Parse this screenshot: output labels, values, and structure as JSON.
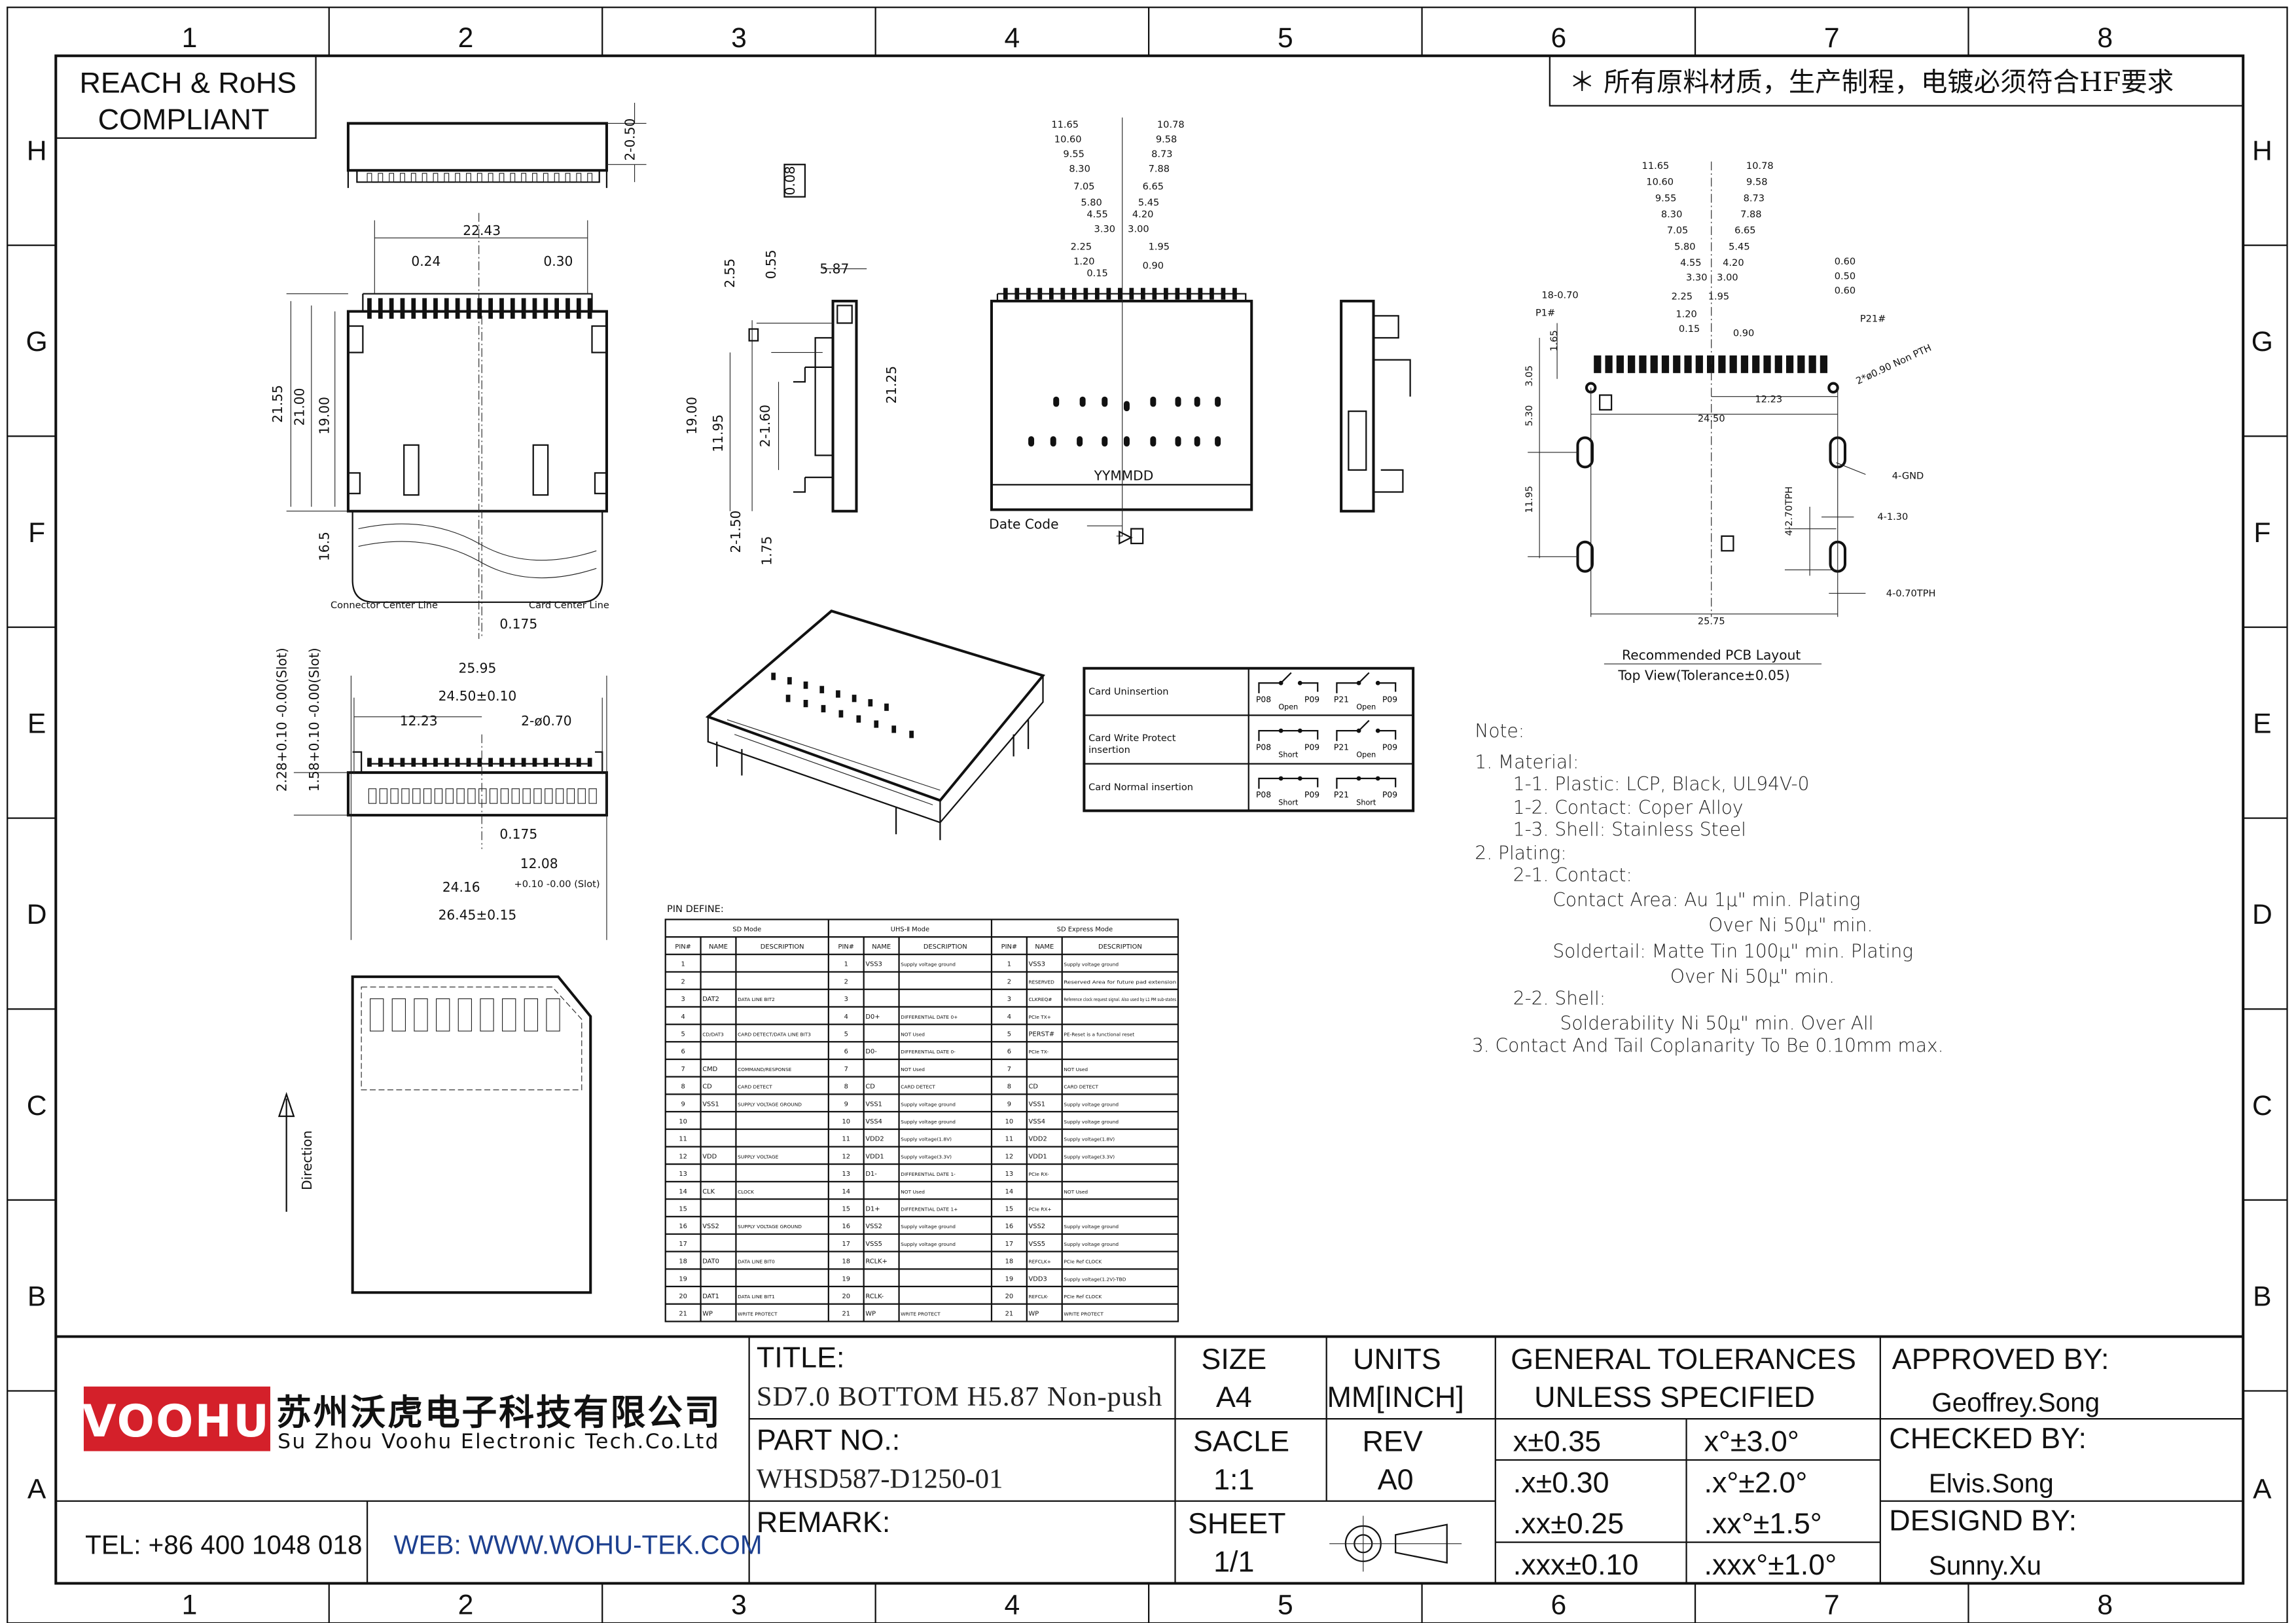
{
  "frame": {
    "columns": [
      "1",
      "2",
      "3",
      "4",
      "5",
      "6",
      "7",
      "8"
    ],
    "rows": [
      "H",
      "G",
      "F",
      "E",
      "D",
      "C",
      "B",
      "A"
    ]
  },
  "header": {
    "compliance_line1": "REACH & RoHS",
    "compliance_line2": "COMPLIANT",
    "hf_note": "＊ 所有原料材质，生产制程，电镀必须符合HF要求"
  },
  "views": {
    "view_h": [
      "2-0.50"
    ],
    "view_top": [
      "22.43",
      "0.24",
      "0.30",
      "21.55",
      "21.00",
      "19.00",
      "16.5",
      "Connector Center Line",
      "Card Center Line",
      "0.175"
    ],
    "view_side": [
      "0.08",
      "0.55",
      "2.55",
      "5.87",
      "19.00",
      "11.95",
      "2-1.60",
      "21.25",
      "2-1.50",
      "1.75"
    ],
    "view_front": [
      "11.65",
      "10.60",
      "9.55",
      "8.30",
      "7.05",
      "5.80",
      "4.55",
      "3.30",
      "2.25",
      "1.20",
      "0.15",
      "10.78",
      "9.58",
      "8.73",
      "7.88",
      "6.65",
      "5.45",
      "4.20",
      "3.00",
      "1.95",
      "0.90",
      "YYMMDD",
      "Date Code"
    ],
    "pcb": [
      "11.65",
      "10.60",
      "9.55",
      "8.30",
      "7.05",
      "5.80",
      "4.55",
      "3.30",
      "2.25",
      "1.20",
      "0.15",
      "10.78",
      "9.58",
      "8.73",
      "7.88",
      "6.65",
      "5.45",
      "4.20",
      "3.00",
      "1.95",
      "0.90",
      "0.60",
      "0.50",
      "0.60",
      "18-0.70",
      "P1#",
      "P21#",
      "1.65",
      "3.05",
      "5.30",
      "11.95",
      "12.23",
      "24.50",
      "2*ø0.90 Non PTH",
      "4-GND",
      "4-2.70TPH",
      "4-1.30",
      "4-0.70TPH",
      "25.75",
      "Recommended PCB Layout",
      "Top View(Tolerance±0.05)"
    ],
    "view_bottom": [
      "25.95",
      "24.50±0.10",
      "12.23",
      "2-ø0.70",
      "0.175",
      "12.08",
      "24.16",
      "+0.10 -0.00 (Slot)",
      "26.45±0.15",
      "2.28+0.10 -0.00(Slot)",
      "1.58+0.10 -0.00(Slot)"
    ],
    "card": [
      "Direction"
    ]
  },
  "switch_table": {
    "rows": [
      {
        "state": "Card Uninsertion",
        "sw": [
          {
            "a": "P08",
            "b": "P09",
            "status": "Open"
          },
          {
            "a": "P21",
            "b": "P09",
            "status": "Open"
          }
        ]
      },
      {
        "state": "Card Write Protect",
        "state2": "insertion",
        "sw": [
          {
            "a": "P08",
            "b": "P09",
            "status": "Short"
          },
          {
            "a": "P21",
            "b": "P09",
            "status": "Open"
          }
        ]
      },
      {
        "state": "Card Normal insertion",
        "sw": [
          {
            "a": "P08",
            "b": "P09",
            "status": "Short"
          },
          {
            "a": "P21",
            "b": "P09",
            "status": "Short"
          }
        ]
      }
    ]
  },
  "pin_table": {
    "title": "PIN DEFINE:",
    "sections": [
      "SD Mode",
      "UHS-Ⅱ Mode",
      "SD Express Mode"
    ],
    "column_headers": [
      "PIN#",
      "NAME",
      "DESCRIPTION",
      "PIN#",
      "NAME",
      "DESCRIPTION",
      "PIN#",
      "NAME",
      "DESCRIPTION"
    ],
    "rows": [
      [
        "1",
        "",
        "",
        "1",
        "VSS3",
        "Supply voltage ground",
        "1",
        "VSS3",
        "Supply voltage ground"
      ],
      [
        "2",
        "",
        "",
        "2",
        "",
        "",
        "2",
        "RESERVED",
        "Reserved Area for future pad extension"
      ],
      [
        "3",
        "DAT2",
        "DATA LINE BIT2",
        "3",
        "",
        "",
        "3",
        "CLKREQ#",
        "Reference clock request signal. Also used by L1 PM sub-states"
      ],
      [
        "4",
        "",
        "",
        "4",
        "D0+",
        "DIFFERENTIAL DATE 0+",
        "4",
        "PCIe TX+",
        ""
      ],
      [
        "5",
        "CD/DAT3",
        "CARD DETECT/DATA LINE BIT3",
        "5",
        "",
        "NOT Used",
        "5",
        "PERST#",
        "PE-Reset is a functional reset"
      ],
      [
        "6",
        "",
        "",
        "6",
        "D0-",
        "DIFFERENTIAL DATE 0-",
        "6",
        "PCIe TX-",
        ""
      ],
      [
        "7",
        "CMD",
        "COMMAND/RESPONSE",
        "7",
        "",
        "NOT Used",
        "7",
        "",
        "NOT Used"
      ],
      [
        "8",
        "CD",
        "CARD DETECT",
        "8",
        "CD",
        "CARD DETECT",
        "8",
        "CD",
        "CARD DETECT"
      ],
      [
        "9",
        "VSS1",
        "SUPPLY VOLTAGE GROUND",
        "9",
        "VSS1",
        "Supply voltage ground",
        "9",
        "VSS1",
        "Supply voltage ground"
      ],
      [
        "10",
        "",
        "",
        "10",
        "VSS4",
        "Supply voltage ground",
        "10",
        "VSS4",
        "Supply voltage ground"
      ],
      [
        "11",
        "",
        "",
        "11",
        "VDD2",
        "Supply voltage(1.8V)",
        "11",
        "VDD2",
        "Supply voltage(1.8V)"
      ],
      [
        "12",
        "VDD",
        "SUPPLY VOLTAGE",
        "12",
        "VDD1",
        "Supply voltage(3.3V)",
        "12",
        "VDD1",
        "Supply voltage(3.3V)"
      ],
      [
        "13",
        "",
        "",
        "13",
        "D1-",
        "DIFFERENTIAL DATE 1-",
        "13",
        "PCIe RX-",
        ""
      ],
      [
        "14",
        "CLK",
        "CLOCK",
        "14",
        "",
        "NOT Used",
        "14",
        "",
        "NOT Used"
      ],
      [
        "15",
        "",
        "",
        "15",
        "D1+",
        "DIFFERENTIAL DATE 1+",
        "15",
        "PCIe RX+",
        ""
      ],
      [
        "16",
        "VSS2",
        "SUPPLY VOLTAGE GROUND",
        "16",
        "VSS2",
        "Supply voltage ground",
        "16",
        "VSS2",
        "Supply voltage ground"
      ],
      [
        "17",
        "",
        "",
        "17",
        "VSS5",
        "Supply voltage ground",
        "17",
        "VSS5",
        "Supply voltage ground"
      ],
      [
        "18",
        "DAT0",
        "DATA LINE BIT0",
        "18",
        "RCLK+",
        "",
        "18",
        "REFCLK+",
        "PCIe Ref CLOCK"
      ],
      [
        "19",
        "",
        "",
        "19",
        "",
        "",
        "19",
        "VDD3",
        "Supply voltage(1.2V)-TBD"
      ],
      [
        "20",
        "DAT1",
        "DATA LINE BIT1",
        "20",
        "RCLK-",
        "",
        "20",
        "REFCLK-",
        "PCIe Ref CLOCK"
      ],
      [
        "21",
        "WP",
        "WRITE PROTECT",
        "21",
        "WP",
        "WRITE PROTECT",
        "21",
        "WP",
        "WRITE PROTECT"
      ]
    ]
  },
  "notes": {
    "title": "Note:",
    "lines": [
      "1. Material:",
      "1-1. Plastic: LCP, Black, UL94V-0",
      "1-2. Contact: Coper Alloy",
      "1-3. Shell: Stainless Steel",
      "2. Plating:",
      "2-1. Contact:",
      "Contact Area: Au 1μ\" min. Plating",
      "Over Ni 50μ\" min.",
      "Soldertail: Matte Tin 100μ\" min. Plating",
      "Over Ni 50μ\" min.",
      "2-2. Shell:",
      "Solderability Ni 50μ\" min. Over All",
      "3. Contact And Tail Coplanarity  To Be 0.10mm max."
    ]
  },
  "title_block": {
    "logo": "VOOHU",
    "company_cn": "苏州沃虎电子科技有限公司",
    "company_en": "Su Zhou Voohu Electronic Tech.Co.Ltd",
    "tel": "TEL: +86 400 1048 018",
    "web": "WEB: WWW.WOHU-TEK.COM",
    "title_label": "TITLE:",
    "title_value": "SD7.0 BOTTOM H5.87 Non-push",
    "part_label": "PART NO.:",
    "part_value": "WHSD587-D1250-01",
    "remark_label": "REMARK:",
    "size_label": "SIZE",
    "size_value": "A4",
    "units_label": "UNITS",
    "units_value": "MM[INCH]",
    "scale_label": "SACLE",
    "scale_value": "1:1",
    "rev_label": "REV",
    "rev_value": "A0",
    "sheet_label": "SHEET",
    "sheet_value": "1/1",
    "tol_header1": "GENERAL TOLERANCES",
    "tol_header2": "UNLESS SPECIFIED",
    "tolerances": [
      [
        "x±0.35",
        "x°±3.0°"
      ],
      [
        ".x±0.30",
        ".x°±2.0°"
      ],
      [
        ".xx±0.25",
        ".xx°±1.5°"
      ],
      [
        ".xxx±0.10",
        ".xxx°±1.0°"
      ]
    ],
    "approved_label": "APPROVED BY:",
    "approved": "Geoffrey.Song",
    "checked_label": "CHECKED BY:",
    "checked": "Elvis.Song",
    "designed_label": "DESIGND BY:",
    "designed": "Sunny.Xu"
  },
  "colors": {
    "logo_red": "#d4202a",
    "web_blue": "#1c3f8f",
    "line": "#111111"
  }
}
